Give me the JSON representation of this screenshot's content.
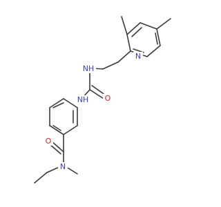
{
  "molecule": {
    "atoms": [
      {
        "id": "N_pyridine",
        "label": "N",
        "color": "#3a3ad8"
      },
      {
        "id": "NH_upper",
        "label": "NH",
        "color": "#3a3ad8"
      },
      {
        "id": "NH_lower",
        "label": "NH",
        "color": "#3a3ad8"
      },
      {
        "id": "O_urea",
        "label": "O",
        "color": "#e02020"
      },
      {
        "id": "O_amide",
        "label": "O",
        "color": "#e02020"
      },
      {
        "id": "N_amide",
        "label": "N",
        "color": "#3a3ad8"
      }
    ],
    "bond_color": "#3a3a3a"
  }
}
